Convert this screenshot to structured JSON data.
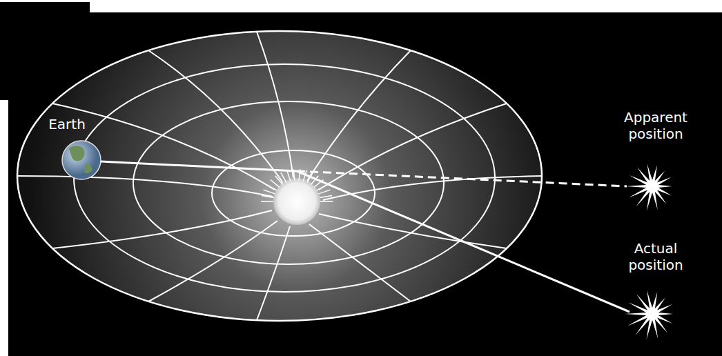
{
  "diagram": {
    "labels": [
      "Earth",
      "Apparent position",
      "Actual position"
    ]
  }
}
